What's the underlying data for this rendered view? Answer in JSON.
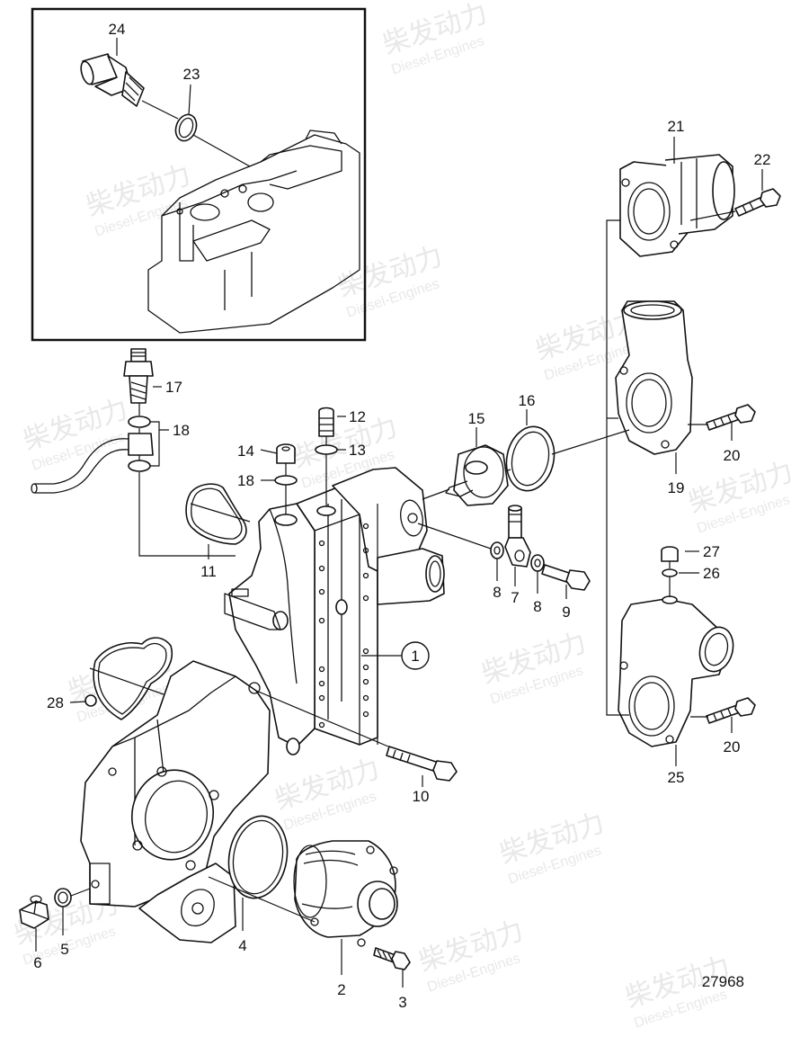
{
  "watermark": {
    "brand": "柴发动力",
    "sub": "Diesel-Engines"
  },
  "drawing_number": "27968",
  "callouts": {
    "c1": "1",
    "c2": "2",
    "c3": "3",
    "c4": "4",
    "c5": "5",
    "c6": "6",
    "c7": "7",
    "c8a": "8",
    "c8b": "8",
    "c9": "9",
    "c10": "10",
    "c11": "11",
    "c12": "12",
    "c13": "13",
    "c14": "14",
    "c15": "15",
    "c16": "16",
    "c17": "17",
    "c18a": "18",
    "c18b": "18",
    "c19": "19",
    "c20a": "20",
    "c20b": "20",
    "c21": "21",
    "c22": "22",
    "c23": "23",
    "c24": "24",
    "c25": "25",
    "c26": "26",
    "c27": "27",
    "c28": "28"
  }
}
